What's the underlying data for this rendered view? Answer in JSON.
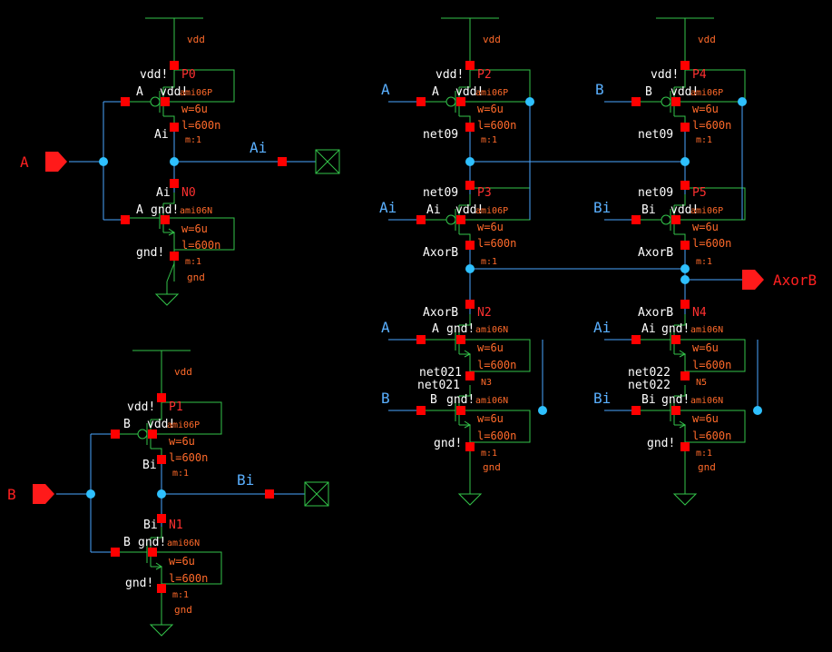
{
  "power": {
    "vdd": "vdd",
    "gnd": "gnd"
  },
  "pins": {
    "vdd": "vdd!",
    "gnd": "gnd!",
    "mult": "m:1"
  },
  "params": {
    "w": "w=6u",
    "l": "l=600n"
  },
  "models": {
    "p": "ami06P",
    "n": "ami06N"
  },
  "ports": {
    "A": "A",
    "B": "B",
    "AxorB": "AxorB"
  },
  "nets": {
    "Ai": "Ai",
    "Bi": "Bi",
    "AxorB": "AxorB",
    "net09": "net09",
    "net021": "net021",
    "net022": "net022"
  },
  "inputs": {
    "A": "A",
    "Ai": "Ai",
    "B": "B",
    "Bi": "Bi"
  },
  "instances": {
    "P0": "P0",
    "N0": "N0",
    "P1": "P1",
    "N1": "N1",
    "P2": "P2",
    "P3": "P3",
    "N2": "N2",
    "P4": "P4",
    "P5": "P5",
    "N4": "N4",
    "N3": "N3",
    "N5": "N5"
  }
}
